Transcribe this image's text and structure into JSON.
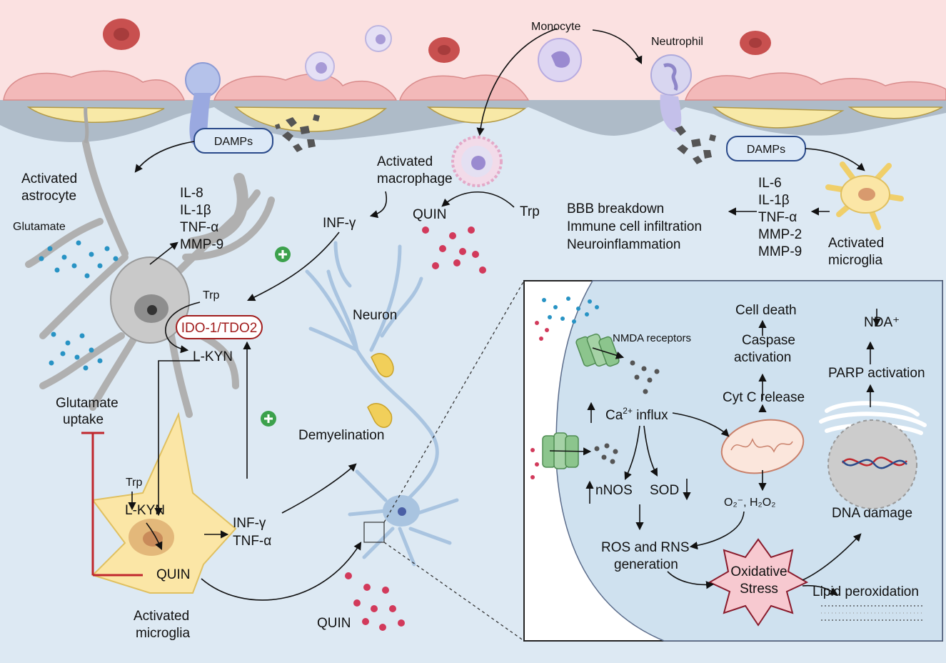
{
  "labels": {
    "monocyte": "Monocyte",
    "neutrophil": "Neutrophil",
    "damps_left": "DAMPs",
    "damps_right": "DAMPs",
    "activated_astrocyte_1": "Activated",
    "activated_astrocyte_2": "astrocyte",
    "glutamate": "Glutamate",
    "astro_cytokines": [
      "IL-8",
      "IL-1β",
      "TNF-α",
      "MMP-9"
    ],
    "activated_macrophage_1": "Activated",
    "activated_macrophage_2": "macrophage",
    "inf_gamma_top": "INF-γ",
    "quin_top": "QUIN",
    "trp_top": "Trp",
    "micro_cytokines_right": [
      "IL-6",
      "IL-1β",
      "TNF-α",
      "MMP-2",
      "MMP-9"
    ],
    "bbb_effects": [
      "BBB breakdown",
      "Immune cell infiltration",
      "Neuroinflammation"
    ],
    "activated_microglia_right_1": "Activated",
    "activated_microglia_right_2": "microglia",
    "trp_astro": "Trp",
    "ido_tdo": "IDO-1/TDO2",
    "lkyn_astro": "L-KYN",
    "neuron": "Neuron",
    "glutamate_uptake_1": "Glutamate",
    "glutamate_uptake_2": "uptake",
    "demyelination": "Demyelination",
    "trp_micro": "Trp",
    "lkyn_micro": "L-KYN",
    "quin_micro": "QUIN",
    "inf_gamma_micro": "INF-γ",
    "tnf_alpha_micro": "TNF-α",
    "activated_microglia_left_1": "Activated",
    "activated_microglia_left_2": "microglia",
    "quin_bottom": "QUIN"
  },
  "inset": {
    "nmda_receptors": "NMDA receptors",
    "cell_death": "Cell death",
    "caspase_1": "Caspase",
    "caspase_2": "activation",
    "cyt_c": "Cyt C release",
    "nda": "NDA⁺",
    "parp": "PARP activation",
    "ca_influx_pre": "Ca",
    "ca_influx_sup": "2+",
    "ca_influx_post": " influx",
    "nnos": "nNOS",
    "sod": "SOD",
    "o2_h2o2": "O₂⁻, H₂O₂",
    "dna_damage": "DNA damage",
    "ros_rns_1": "ROS and RNS",
    "ros_rns_2": "generation",
    "oxidative_1": "Oxidative",
    "oxidative_2": "Stress",
    "lipid_peroxidation": "Lipid peroxidation"
  },
  "colors": {
    "blood_vessel": "#fbe1e1",
    "brain_bg": "#dde9f3",
    "endothelial": "#f3b9b9",
    "astrocyte_endfeet": "#f8e9a7",
    "astrocyte": "#c9c9c9",
    "microglia": "#fbe6a6",
    "neuron": "#a9c4e0",
    "quin_dots": "#d23a5b",
    "glutamate_dots": "#2893c4",
    "inhibit_red": "#c0272d",
    "plus_green": "#3ca14c",
    "ido_red": "#a11d1d",
    "inset_cell": "#cfe1ef",
    "oxidative_star": "#f7c9d0"
  }
}
